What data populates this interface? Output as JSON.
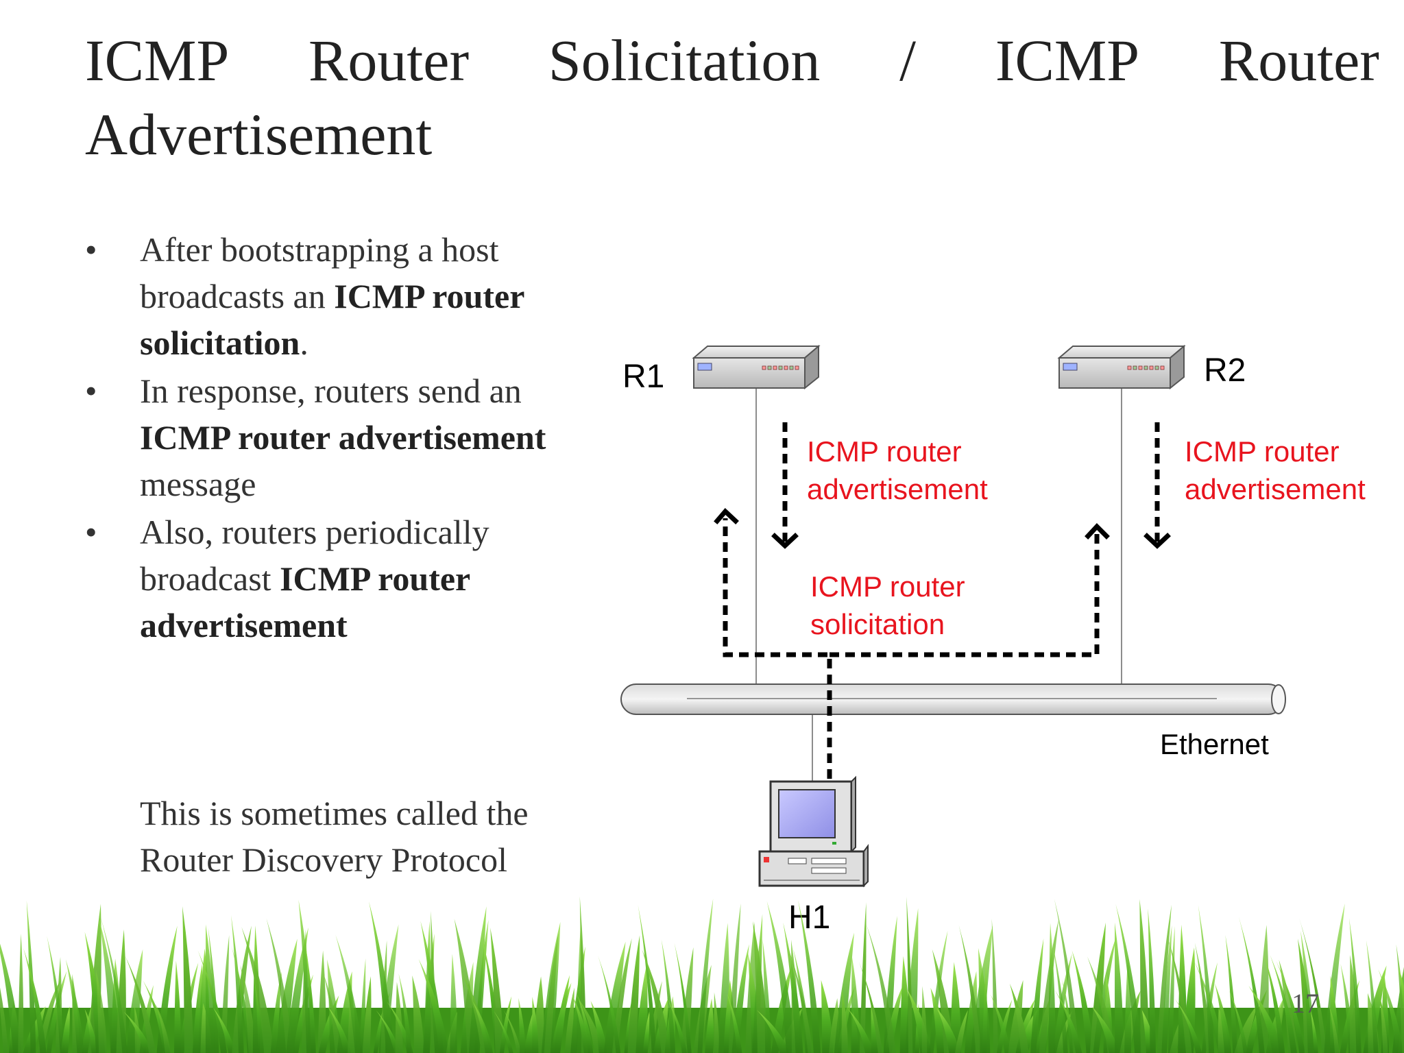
{
  "title": {
    "words_line1": [
      "ICMP",
      "Router",
      "Solicitation",
      "/",
      "ICMP",
      "Router"
    ],
    "line2": "Advertisement"
  },
  "bullets": [
    {
      "segments": [
        {
          "text": "After bootstrapping a host broadcasts an ",
          "bold": false
        },
        {
          "text": "ICMP router solicitation",
          "bold": true
        },
        {
          "text": ".",
          "bold": false
        }
      ]
    },
    {
      "segments": [
        {
          "text": " In response, routers send an ",
          "bold": false
        },
        {
          "text": "ICMP router advertisement",
          "bold": true
        },
        {
          "text": " message",
          "bold": false
        }
      ]
    },
    {
      "segments": [
        {
          "text": "Also, routers periodically broadcast ",
          "bold": false
        },
        {
          "text": "ICMP router advertisement",
          "bold": true
        }
      ]
    }
  ],
  "note": {
    "line1": "This is sometimes called the",
    "line2": "Router Discovery Protocol"
  },
  "diagram": {
    "router1_label": "R1",
    "router2_label": "R2",
    "host_label": "H1",
    "network_label": "Ethernet",
    "adv_label_line1": "ICMP router",
    "adv_label_line2": "advertisement",
    "sol_label_line1": "ICMP router",
    "sol_label_line2": "solicitation",
    "label_color": "#e8141e"
  },
  "page_number": "17"
}
